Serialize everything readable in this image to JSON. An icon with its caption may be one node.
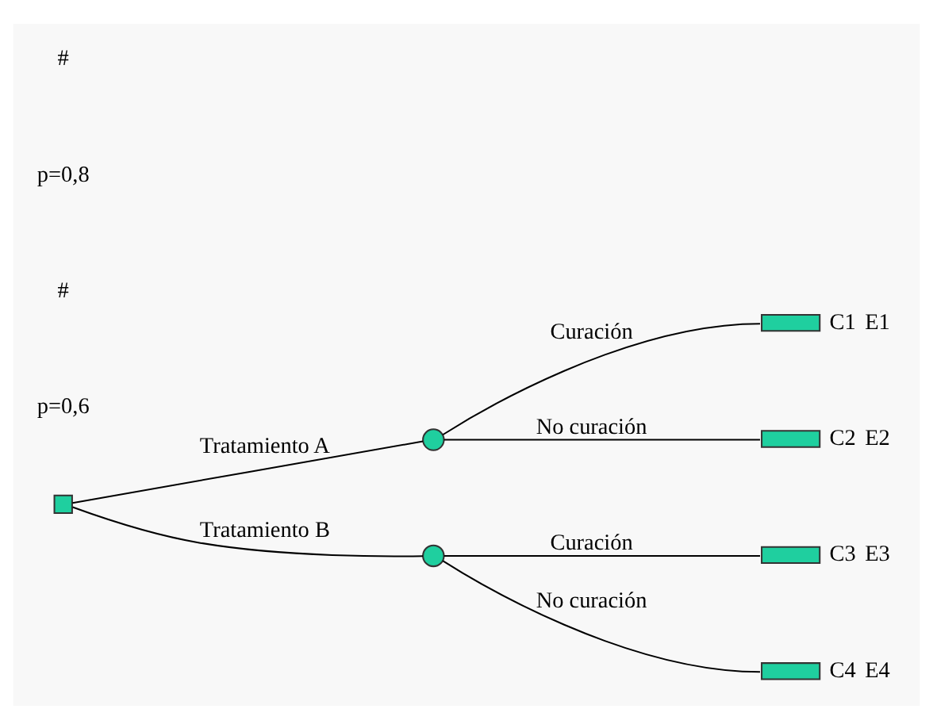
{
  "diagram": {
    "nodes": [
      {
        "text": [],
        "shape": "box"
      },
      {
        "text": [],
        "shape": "circle"
      },
      {
        "text": [],
        "shape": "circle"
      },
      {
        "text": [],
        "shape": "bar",
        "beside": [
          "C1",
          "E1"
        ]
      },
      {
        "text": [],
        "shape": "bar",
        "beside": [
          "C2",
          "E2"
        ]
      },
      {
        "text": [],
        "shape": "bar",
        "beside": [
          "C3",
          "E3"
        ]
      },
      {
        "text": [],
        "shape": "bar",
        "beside": [
          "C4",
          "E4"
        ]
      }
    ],
    "edges": [
      {
        "from": 0,
        "to": 1,
        "arrow": "none",
        "label": "Tratamiento A"
      },
      {
        "from": 0,
        "to": 2,
        "arrow": "none",
        "label": "Tratamiento B"
      },
      {
        "from": 1,
        "to": 3,
        "arrow": "none",
        "label": "Curación"
      },
      {
        "from": 1,
        "to": 4,
        "arrow": "none",
        "label": "No curación"
      },
      {
        "from": 2,
        "to": 5,
        "arrow": "none",
        "label": "Curación"
      },
      {
        "from": 2,
        "to": 6,
        "arrow": "none",
        "label": "No curación"
      }
    ],
    "labels": [
      "p=0,6",
      "#",
      "p=0,8",
      "#"
    ]
  }
}
